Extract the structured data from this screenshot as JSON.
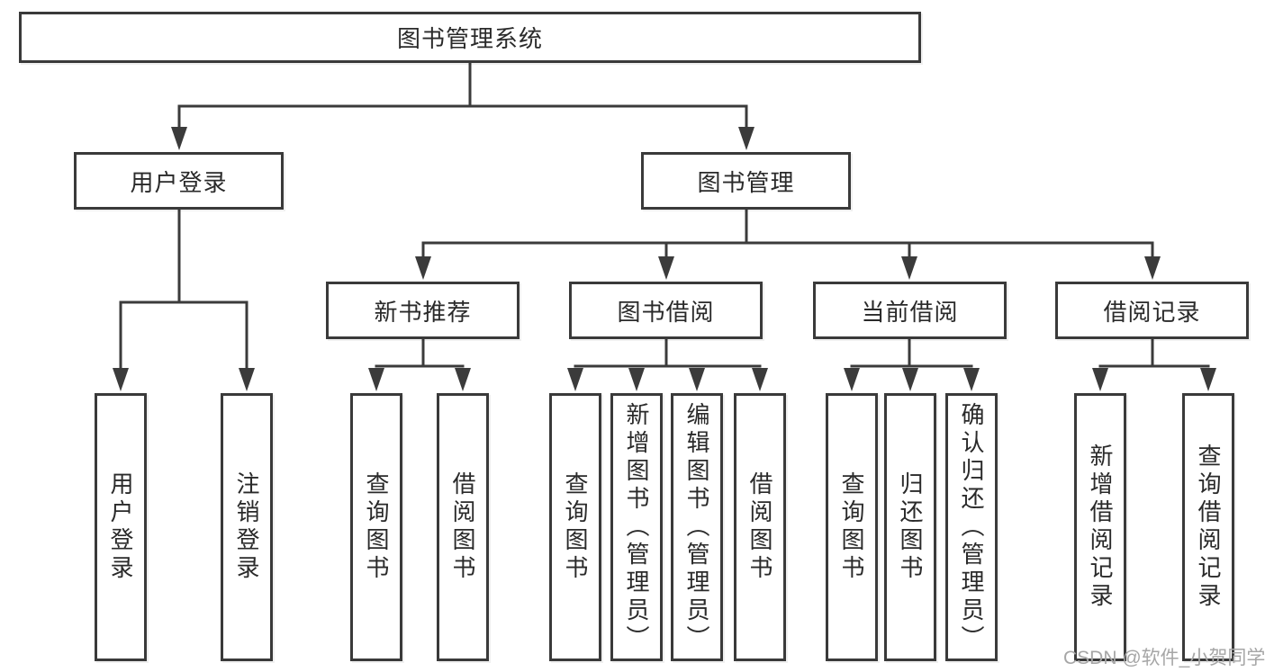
{
  "colors": {
    "line": "#3b3b3b",
    "box_border": "#3a3a3a",
    "text": "#2a2a2a",
    "watermark": "#a6a6a6",
    "background": "#ffffff"
  },
  "tree": {
    "label": "图书管理系统",
    "children": [
      {
        "label": "用户登录",
        "children": [
          {
            "label": "用户登录"
          },
          {
            "label": "注销登录"
          }
        ]
      },
      {
        "label": "图书管理",
        "children": [
          {
            "label": "新书推荐",
            "children": [
              {
                "label": "查询图书"
              },
              {
                "label": "借阅图书"
              }
            ]
          },
          {
            "label": "图书借阅",
            "children": [
              {
                "label": "查询图书"
              },
              {
                "label": "新增图书（管理员）"
              },
              {
                "label": "编辑图书（管理员）"
              },
              {
                "label": "借阅图书"
              }
            ]
          },
          {
            "label": "当前借阅",
            "children": [
              {
                "label": "查询图书"
              },
              {
                "label": "归还图书"
              },
              {
                "label": "确认归还（管理员）"
              }
            ]
          },
          {
            "label": "借阅记录",
            "children": [
              {
                "label": "新增借阅记录"
              },
              {
                "label": "查询借阅记录"
              }
            ]
          }
        ]
      }
    ]
  },
  "watermark": {
    "text": "CSDN @软件_小贺同学"
  }
}
